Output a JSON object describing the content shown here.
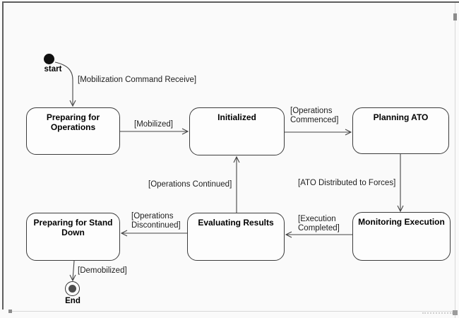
{
  "colors": {
    "frame": "#5e5e5e",
    "state_border": "#3c3c3c",
    "state_fill": "#fdfdfd",
    "line": "#444444",
    "final_state_fill": "#4d4d4d",
    "canvas_background": "#fafafa"
  },
  "diagram": {
    "type": "uml-state-diagram",
    "start": {
      "label": "start"
    },
    "end": {
      "label": "End"
    },
    "states": [
      {
        "label": "Preparing for Operations"
      },
      {
        "label": "Initialized"
      },
      {
        "label": "Planning ATO"
      },
      {
        "label": "Monitoring Execution"
      },
      {
        "label": "Evaluating Results"
      },
      {
        "label": "Preparing for Stand Down"
      }
    ],
    "transitions": [
      {
        "from": "start",
        "to": "Preparing for Operations",
        "label": "[Mobilization Command Receive]"
      },
      {
        "from": "Preparing for Operations",
        "to": "Initialized",
        "label": "[Mobilized]"
      },
      {
        "from": "Initialized",
        "to": "Planning ATO",
        "label": "[Operations Commenced]"
      },
      {
        "from": "Planning ATO",
        "to": "Monitoring Execution",
        "label": "[ATO Distributed to Forces]"
      },
      {
        "from": "Monitoring Execution",
        "to": "Evaluating Results",
        "label": "[Execution Completed]"
      },
      {
        "from": "Evaluating Results",
        "to": "Initialized",
        "label": "[Operations Continued]"
      },
      {
        "from": "Evaluating Results",
        "to": "Preparing for Stand Down",
        "label": "[Operations Discontinued]"
      },
      {
        "from": "Preparing for Stand Down",
        "to": "End",
        "label": "[Demobilized]"
      }
    ]
  }
}
